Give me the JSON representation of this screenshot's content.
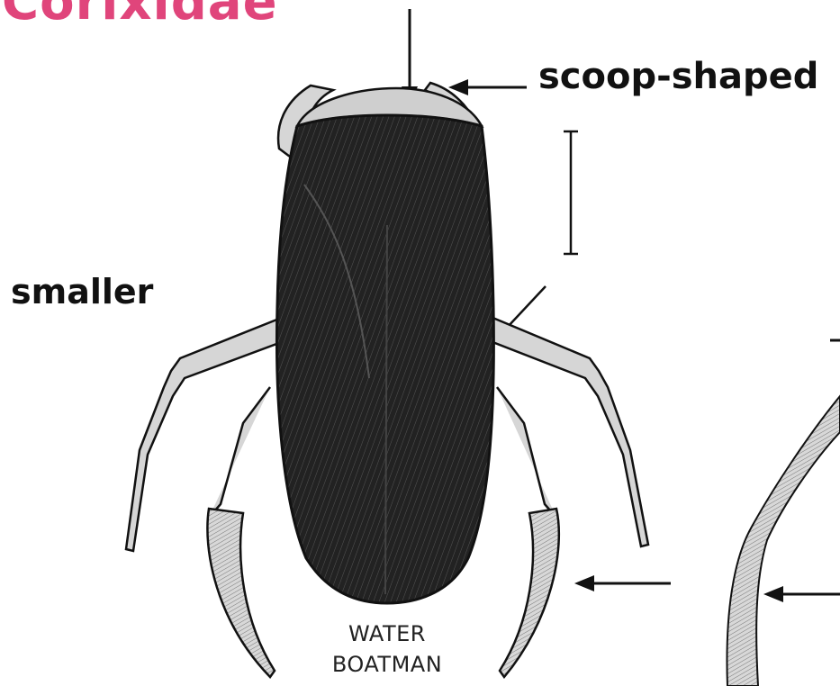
{
  "title_fragment": "Corixidae",
  "labels": {
    "scoop": "scoop-shaped",
    "smaller": "smaller"
  },
  "caption": {
    "line1": "WATER",
    "line2": "BOATMAN"
  },
  "colors": {
    "title": "#e0457b",
    "ink": "#111111",
    "body_dark": "#1e1e1e",
    "leg_light": "#cfcfcf"
  }
}
